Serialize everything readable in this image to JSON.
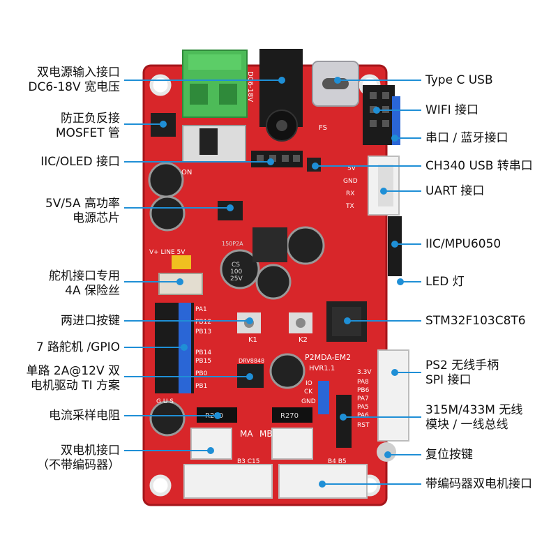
{
  "board": {
    "silkscreen": {
      "model": "P2MDA-EM2",
      "version": "HVR1.1",
      "power_label": "DC6-18V",
      "on_label": "ON",
      "servo_power": "V+ LINE 5V",
      "fs": "FS",
      "ch340_pins": [
        "5V",
        "GND",
        "RX",
        "TX"
      ],
      "pa_pins": [
        "PA1",
        "PB12",
        "PB13",
        "PB14",
        "PB15",
        "PB0",
        "PB1"
      ],
      "ps2_pins": [
        "3.3V",
        "PA8",
        "PB6",
        "PA7",
        "PA5",
        "PA6"
      ],
      "io_pins": [
        "IO",
        "CK",
        "GND"
      ],
      "rst": "RST",
      "motor_a": "MA",
      "motor_b": "MB",
      "resistor_a": "R270",
      "resistor_b": "R270",
      "k1": "K1",
      "k2": "K2",
      "cap_text": [
        "CS",
        "100",
        "25V"
      ],
      "inductor": "150P2A",
      "driver_chip": "DRV8848",
      "bottom_a": "B3 C15",
      "bottom_b": "B4 B5",
      "gus": "G U S"
    },
    "colors": {
      "pcb": "#d8262a",
      "pcb_dark": "#a5161b",
      "header": "#1b1b1b",
      "jumper": "#2a66d6",
      "terminal": "#4dbb58",
      "line": "#1f8fd6"
    }
  },
  "annotations_left": [
    {
      "id": "dual-power",
      "lines": [
        "双电源输入接口",
        "DC6-18V 宽电压"
      ]
    },
    {
      "id": "mosfet",
      "lines": [
        "防正负反接",
        "MOSFET 管"
      ]
    },
    {
      "id": "iic-oled",
      "lines": [
        "IIC/OLED 接口"
      ]
    },
    {
      "id": "power-chip",
      "lines": [
        "5V/5A 高功率",
        "电源芯片"
      ]
    },
    {
      "id": "fuse",
      "lines": [
        "舵机接口专用",
        "4A 保险丝"
      ]
    },
    {
      "id": "buttons",
      "lines": [
        "两进口按键"
      ]
    },
    {
      "id": "servo-gpio",
      "lines": [
        "7 路舵机 /GPIO"
      ]
    },
    {
      "id": "motor-driver",
      "lines": [
        "单路 2A@12V 双",
        "电机驱动 TI 方案"
      ]
    },
    {
      "id": "current-resistor",
      "lines": [
        "电流采样电阻"
      ]
    },
    {
      "id": "dual-motor",
      "lines": [
        "双电机接口",
        "（不带编码器）"
      ]
    }
  ],
  "annotations_right": [
    {
      "id": "type-c",
      "lines": [
        "Type C USB"
      ]
    },
    {
      "id": "wifi",
      "lines": [
        "WIFI 接口"
      ]
    },
    {
      "id": "serial-bt",
      "lines": [
        "串口 / 蓝牙接口"
      ]
    },
    {
      "id": "ch340",
      "lines": [
        "CH340 USB 转串口"
      ]
    },
    {
      "id": "uart",
      "lines": [
        "UART 接口"
      ]
    },
    {
      "id": "mpu6050",
      "lines": [
        "IIC/MPU6050"
      ]
    },
    {
      "id": "led",
      "lines": [
        "LED 灯"
      ]
    },
    {
      "id": "mcu",
      "lines": [
        "STM32F103C8T6"
      ]
    },
    {
      "id": "ps2",
      "lines": [
        "PS2 无线手柄",
        "SPI 接口"
      ]
    },
    {
      "id": "rf",
      "lines": [
        "315M/433M 无线",
        "模块 / 一线总线"
      ]
    },
    {
      "id": "reset",
      "lines": [
        "复位按键"
      ]
    },
    {
      "id": "encoder-motor",
      "lines": [
        "带编码器双电机接口"
      ]
    }
  ]
}
